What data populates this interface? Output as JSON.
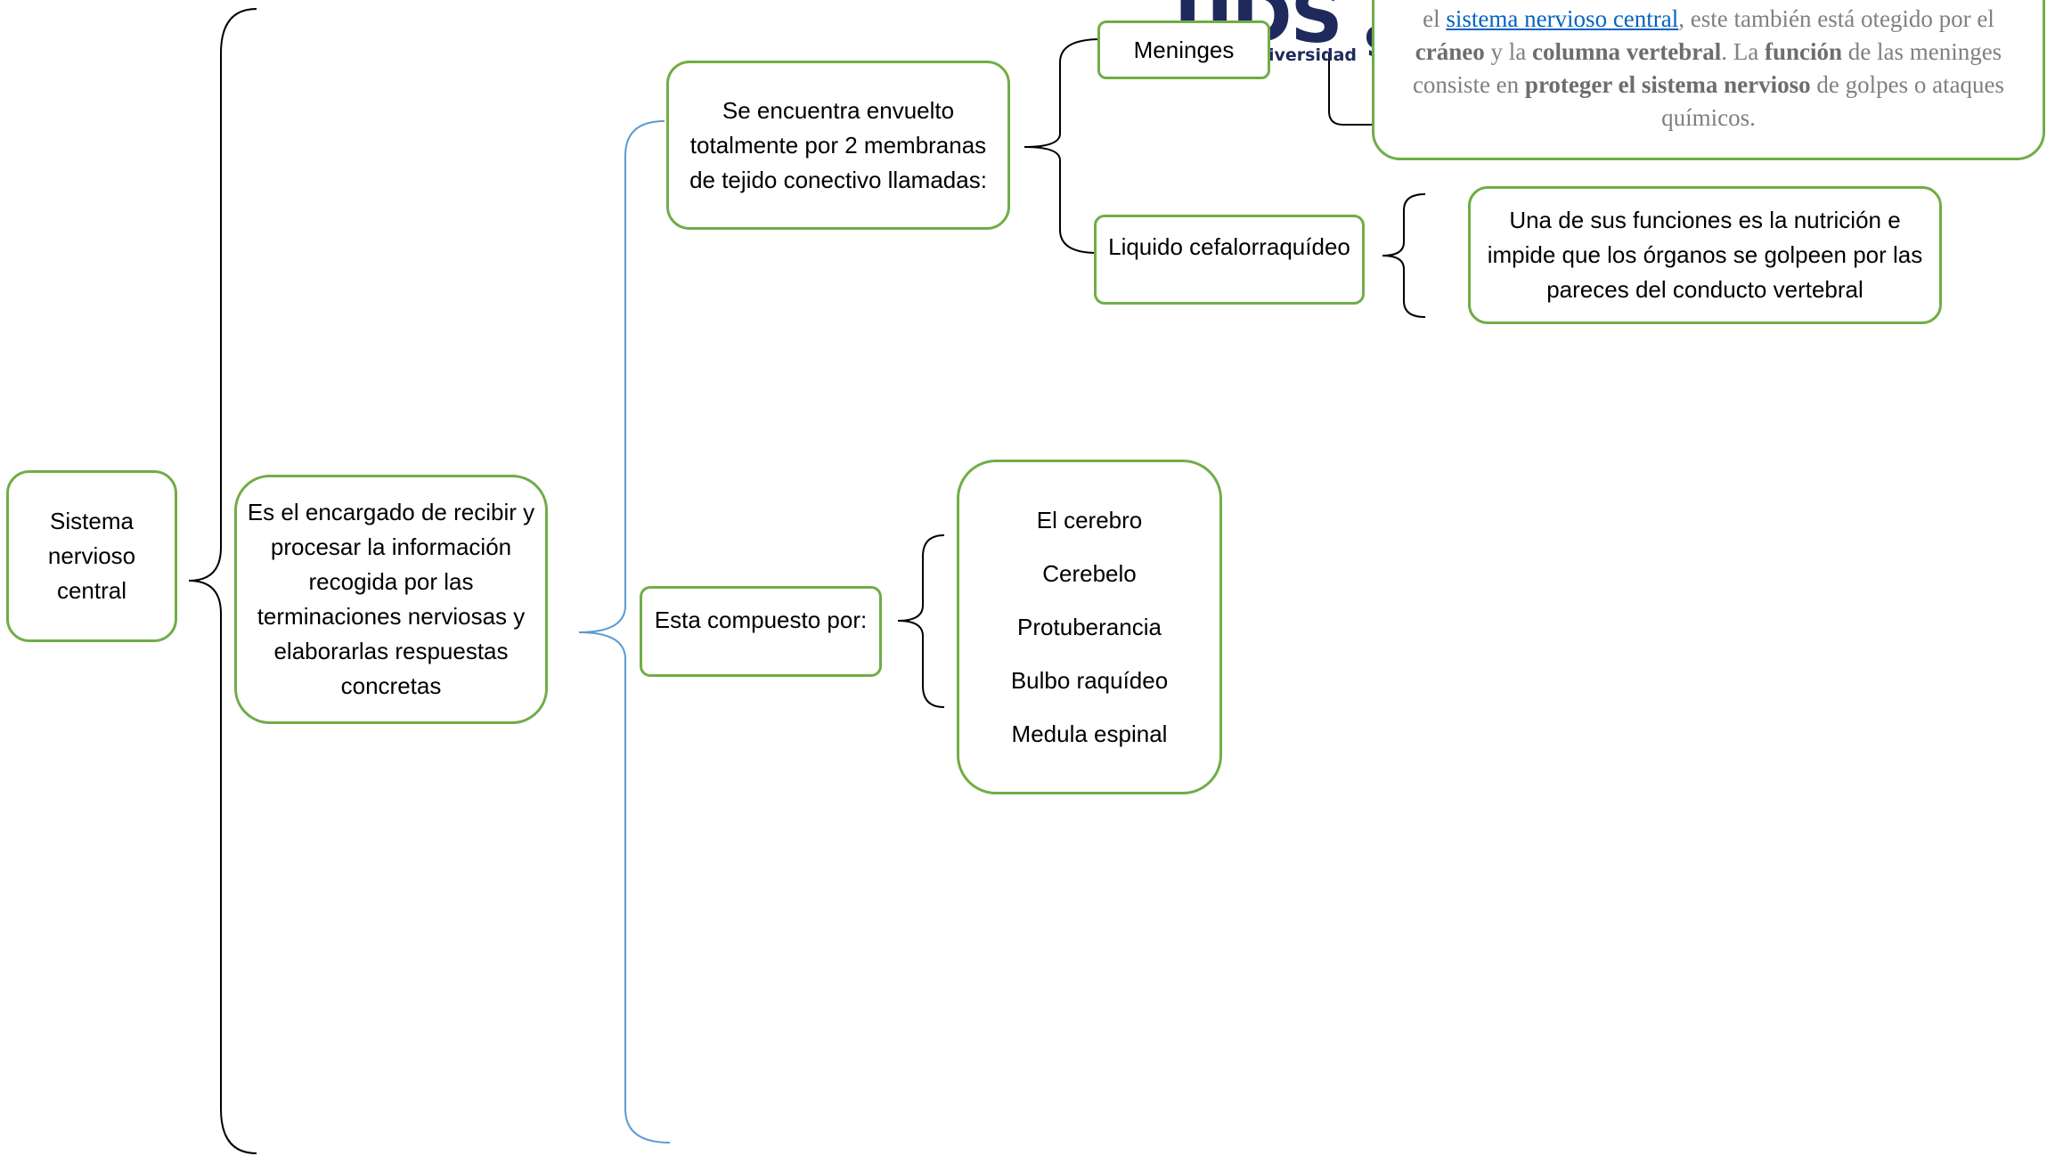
{
  "colors": {
    "box_border": "#70ad47",
    "brace_main": "#000000",
    "brace_blue": "#5b9bd5",
    "logo": "#1f2a5c"
  },
  "root": {
    "label": "Sistema\nnervioso\ncentral"
  },
  "definition": {
    "text": "Es el encargado de recibir y procesar la información recogida por las terminaciones nerviosas y elaborarlas respuestas concretas"
  },
  "membranes": {
    "text": "Se encuentra envuelto totalmente por 2 membranas de tejido conectivo llamadas:"
  },
  "meninges": {
    "label": "Meninges"
  },
  "liquid": {
    "label": "Liquido cefalorraquídeo"
  },
  "liquid_note": {
    "text": "Una de sus funciones es la nutrición e impide que los órganos se golpeen por las pareces del conducto vertebral"
  },
  "composed": {
    "label": "Esta compuesto por:"
  },
  "parts": [
    "El cerebro",
    "Cerebelo",
    "Protuberancia",
    "Bulbo raquídeo",
    "Medula espinal"
  ],
  "logo": {
    "mark": "UDS",
    "subtitle": "iversidad",
    "extra": "g"
  },
  "popup": {
    "t1": "el ",
    "link": "sistema nervioso central",
    "t2": ", este también está otegido por el ",
    "b1": "cráneo",
    "t3": " y la ",
    "b2": "columna vertebral",
    "t4": ". La ",
    "b3": "función",
    "t5": " de las meninges consiste en ",
    "b4": "proteger el sistema nervioso",
    "t6": " de golpes o ataques químicos."
  }
}
